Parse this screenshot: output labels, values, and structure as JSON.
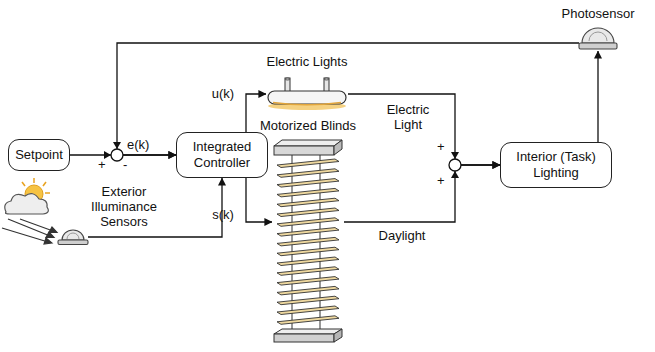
{
  "diagram": {
    "nodes": [
      {
        "text": [
          "Setpoint"
        ]
      },
      {
        "text": [
          "Integrated Controller"
        ]
      },
      {
        "text": [
          "Electric Lights"
        ]
      },
      {
        "text": [
          "Motorized Blinds"
        ]
      },
      {
        "text": [
          "Interior (Task) Lighting"
        ]
      },
      {
        "text": [
          "Photosensor"
        ]
      },
      {
        "text": [
          "Exterior Illuminance Sensors"
        ]
      }
    ],
    "edges": [
      {
        "from": 0,
        "to": 1,
        "arrow": "to"
      },
      {
        "from": 5,
        "to": 1,
        "arrow": "to"
      },
      {
        "from": 1,
        "to": 2,
        "label": "u(k)",
        "arrow": "to"
      },
      {
        "from": 1,
        "to": 3,
        "label": "s(k)",
        "arrow": "to"
      },
      {
        "from": 2,
        "to": 4,
        "label": "Electric Light",
        "arrow": "to"
      },
      {
        "from": 3,
        "to": 4,
        "label": "Daylight",
        "arrow": "to"
      },
      {
        "from": 4,
        "to": 5,
        "arrow": "to"
      },
      {
        "from": 6,
        "to": 1,
        "arrow": "to"
      }
    ],
    "labels": [
      "+",
      "-",
      "e(k)",
      "+",
      "+"
    ]
  }
}
